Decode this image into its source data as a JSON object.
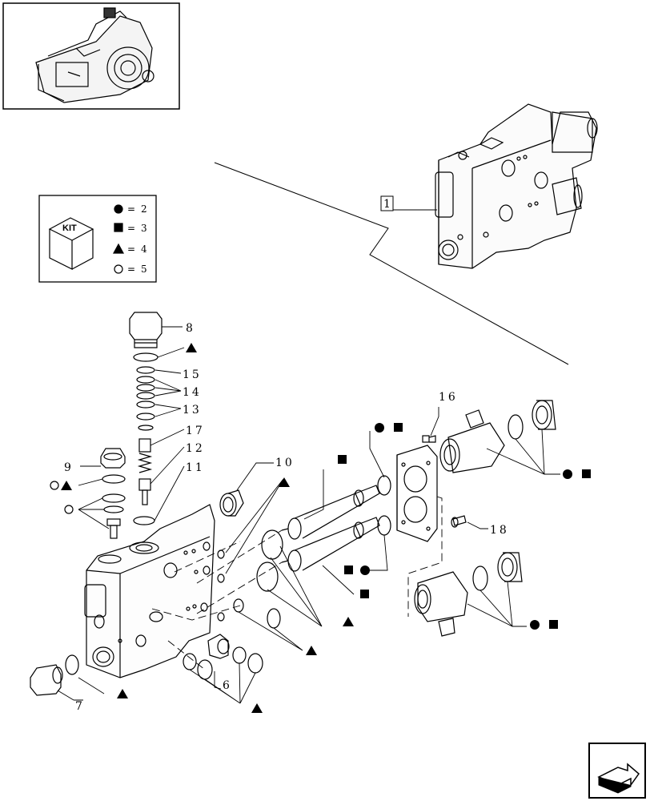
{
  "kit_legend": {
    "kit_label": "KIT",
    "rows": [
      {
        "symbol": "circle",
        "eq": "=",
        "value": "2"
      },
      {
        "symbol": "square",
        "eq": "=",
        "value": "3"
      },
      {
        "symbol": "triangle",
        "eq": "=",
        "value": "4"
      },
      {
        "symbol": "ring",
        "eq": "=",
        "value": "5"
      }
    ]
  },
  "callouts": {
    "c1": "1",
    "c6": "6",
    "c7": "7",
    "c8": "8",
    "c9": "9",
    "c10": "10",
    "c11": "11",
    "c12": "12",
    "c13": "13",
    "c14": "14",
    "c15": "15",
    "c16": "16",
    "c17": "17",
    "c18": "18"
  },
  "icons": {
    "thumbnail": "transmission-housing-thumbnail",
    "nav": "next-page-arrow-icon"
  }
}
